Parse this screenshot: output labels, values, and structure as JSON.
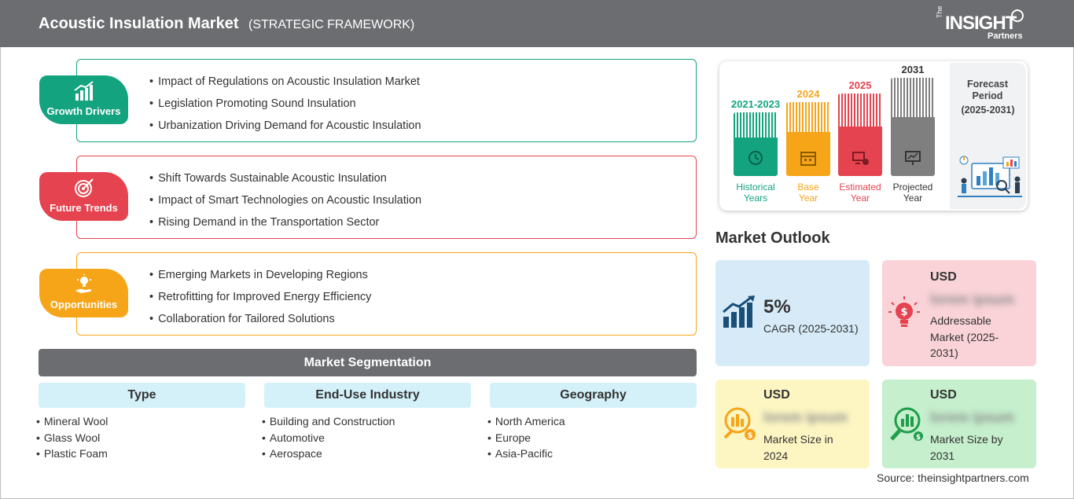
{
  "header": {
    "title": "Acoustic Insulation Market",
    "subtitle": "(STRATEGIC FRAMEWORK)"
  },
  "logo": {
    "the": "The",
    "insight": "INSIGHT",
    "partners": "Partners"
  },
  "framework": [
    {
      "label": "Growth Drivers",
      "color": "#14a37f",
      "icon": "growth-chart-icon",
      "items": [
        "Impact of Regulations on Acoustic Insulation Market",
        "Legislation Promoting Sound Insulation",
        "Urbanization Driving Demand for Acoustic Insulation"
      ]
    },
    {
      "label": "Future Trends",
      "color": "#e5434f",
      "icon": "target-icon",
      "items": [
        "Shift Towards Sustainable Acoustic Insulation",
        "Impact of Smart Technologies on Acoustic Insulation",
        "Rising Demand in the Transportation Sector"
      ]
    },
    {
      "label": "Opportunities",
      "color": "#f6a519",
      "icon": "lightbulb-hand-icon",
      "items": [
        "Emerging Markets in Developing Regions",
        "Retrofitting for Improved Energy Efficiency",
        "Collaboration for Tailored Solutions"
      ]
    }
  ],
  "segmentation": {
    "title": "Market Segmentation",
    "columns": [
      {
        "heading": "Type",
        "items": [
          "Mineral Wool",
          "Glass Wool",
          "Plastic Foam"
        ]
      },
      {
        "heading": "End-Use Industry",
        "items": [
          "Building and Construction",
          "Automotive",
          "Aerospace"
        ]
      },
      {
        "heading": "Geography",
        "items": [
          "North America",
          "Europe",
          "Asia-Pacific"
        ]
      }
    ]
  },
  "timeline": {
    "bars": [
      {
        "year": "2021-2023",
        "caption": [
          "Historical",
          "Years"
        ],
        "color": "#14a37f",
        "icon": "history-icon"
      },
      {
        "year": "2024",
        "caption": [
          "Base",
          "Year"
        ],
        "color": "#f6a519",
        "icon": "calendar-icon"
      },
      {
        "year": "2025",
        "caption": [
          "Estimated",
          "Year"
        ],
        "color": "#e5434f",
        "icon": "estimate-icon"
      },
      {
        "year": "2031",
        "caption": [
          "Projected",
          "Year"
        ],
        "color": "#7f7f7f",
        "icon": "presentation-icon"
      }
    ],
    "forecast": {
      "title": "Forecast Period",
      "range": "(2025-2031)"
    }
  },
  "outlook": {
    "title": "Market Outlook",
    "cagr": {
      "value": "5%",
      "label": "CAGR (2025-2031)",
      "bg": "#d6ebf7",
      "icon": "bar-growth-icon"
    },
    "addressable": {
      "usd": "USD",
      "value": "lorem ipsum",
      "label": [
        "Addressable",
        "Market (2025-",
        "2031)"
      ],
      "bg": "#f9d3d8",
      "icon": "dollar-bulb-icon"
    },
    "size2024": {
      "usd": "USD",
      "value": "lorem ipsum",
      "label": [
        "Market Size in",
        "2024"
      ],
      "bg": "#fdf6c3",
      "icon": "money-chart-icon"
    },
    "size2031": {
      "usd": "USD",
      "value": "lorem ipsum",
      "label": [
        "Market Size by",
        "2031"
      ],
      "bg": "#c5efcd",
      "icon": "magnifier-chart-icon"
    }
  },
  "source": "Source: theinsightpartners.com"
}
